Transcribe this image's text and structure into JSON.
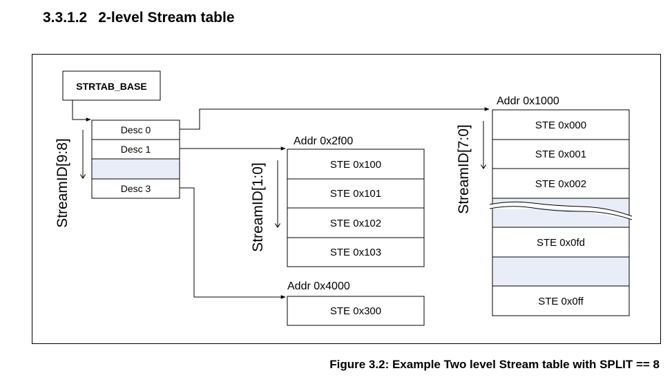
{
  "section": {
    "number": "3.3.1.2",
    "title": "2-level Stream table"
  },
  "caption": "Figure 3.2: Example Two level Stream table with SPLIT == 8",
  "base_register": "STRTAB_BASE",
  "l1_table": {
    "axis_label": "StreamID[9:8]",
    "rows": [
      "Desc 0",
      "Desc 1",
      "",
      "Desc 3"
    ]
  },
  "l2_tables": {
    "t2f00": {
      "address": "Addr 0x2f00",
      "axis_label": "StreamID[1:0]",
      "rows": [
        "STE 0x100",
        "STE 0x101",
        "STE 0x102",
        "STE 0x103"
      ]
    },
    "t4000": {
      "address": "Addr 0x4000",
      "rows": [
        "STE 0x300"
      ]
    },
    "t1000": {
      "address": "Addr 0x1000",
      "axis_label": "StreamID[7:0]",
      "rows": [
        "STE 0x000",
        "STE 0x001",
        "STE 0x002",
        "",
        "STE 0x0fd",
        "",
        "STE 0x0ff"
      ]
    }
  },
  "colors": {
    "empty_fill": "#e9edf8",
    "line": "#000000"
  }
}
